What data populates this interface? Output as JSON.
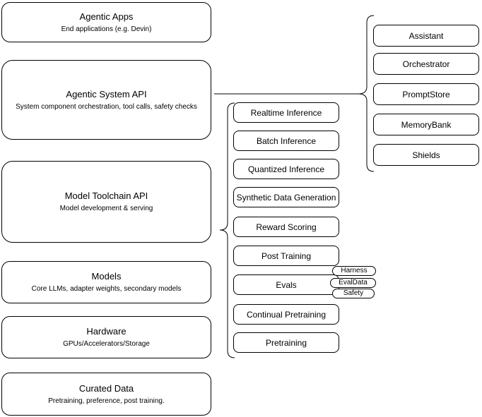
{
  "diagram": {
    "layers": [
      {
        "title": "Agentic Apps",
        "subtitle": "End applications (e.g. Devin)"
      },
      {
        "title": "Agentic System API",
        "subtitle": "System component orchestration, tool calls, safety checks"
      },
      {
        "title": "Model Toolchain API",
        "subtitle": "Model development & serving"
      },
      {
        "title": "Models",
        "subtitle": "Core LLMs, adapter weights, secondary models"
      },
      {
        "title": "Hardware",
        "subtitle": "GPUs/Accelerators/Storage"
      },
      {
        "title": "Curated Data",
        "subtitle": "Pretraining, preference, post training."
      }
    ],
    "toolchain_items": [
      "Realtime Inference",
      "Batch Inference",
      "Quantized Inference",
      "Synthetic Data Generation",
      "Reward Scoring",
      "Post Training",
      "Evals",
      "Continual Pretraining",
      "Pretraining"
    ],
    "eval_tags": [
      "Harness",
      "EvalData",
      "Safety"
    ],
    "system_components": [
      "Assistant",
      "Orchestrator",
      "PromptStore",
      "MemoryBank",
      "Shields"
    ],
    "colors": {
      "stroke": "#000000",
      "fill": "#ffffff",
      "text": "#000000"
    }
  }
}
